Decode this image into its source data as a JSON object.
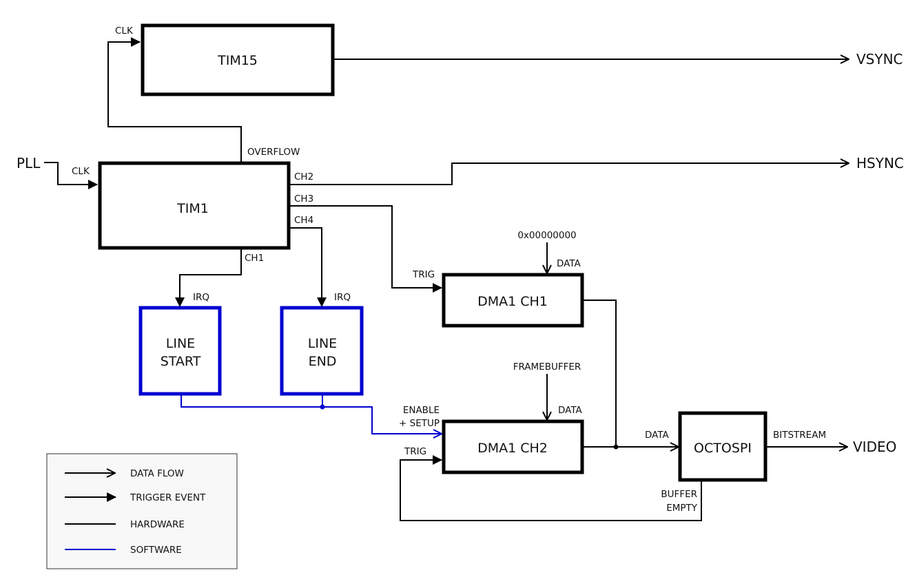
{
  "diagram": {
    "blocks": {
      "tim15": "TIM15",
      "tim1": "TIM1",
      "dma1_ch1": "DMA1 CH1",
      "dma1_ch2": "DMA1 CH2",
      "octospi": "OCTOSPI",
      "line_start": [
        "LINE",
        "START"
      ],
      "line_end": [
        "LINE",
        "END"
      ]
    },
    "external": {
      "pll": "PLL",
      "vsync": "VSYNC",
      "hsync": "HSYNC",
      "video": "VIDEO",
      "zero_addr": "0x00000000",
      "framebuffer": "FRAMEBUFFER"
    },
    "ports": {
      "tim15_clk": "CLK",
      "tim1_clk": "CLK",
      "overflow": "OVERFLOW",
      "ch1": "CH1",
      "ch2": "CH2",
      "ch3": "CH3",
      "ch4": "CH4",
      "irq_start": "IRQ",
      "irq_end": "IRQ",
      "dma1_trig": "TRIG",
      "dma1_data": "DATA",
      "dma2_data": "DATA",
      "dma2_trig": "TRIG",
      "enable_setup": [
        "ENABLE",
        "+ SETUP"
      ],
      "octo_data": "DATA",
      "bitstream": "BITSTREAM",
      "buffer_empty": [
        "BUFFER",
        "EMPTY"
      ]
    },
    "colors": {
      "hardware": "#000000",
      "software": "#0000d0"
    }
  },
  "legend": {
    "items": [
      {
        "label": "DATA FLOW",
        "kind": "open-arrow"
      },
      {
        "label": "TRIGGER EVENT",
        "kind": "filled-arrow"
      },
      {
        "label": "HARDWARE",
        "kind": "black-line"
      },
      {
        "label": "SOFTWARE",
        "kind": "blue-line"
      }
    ]
  }
}
